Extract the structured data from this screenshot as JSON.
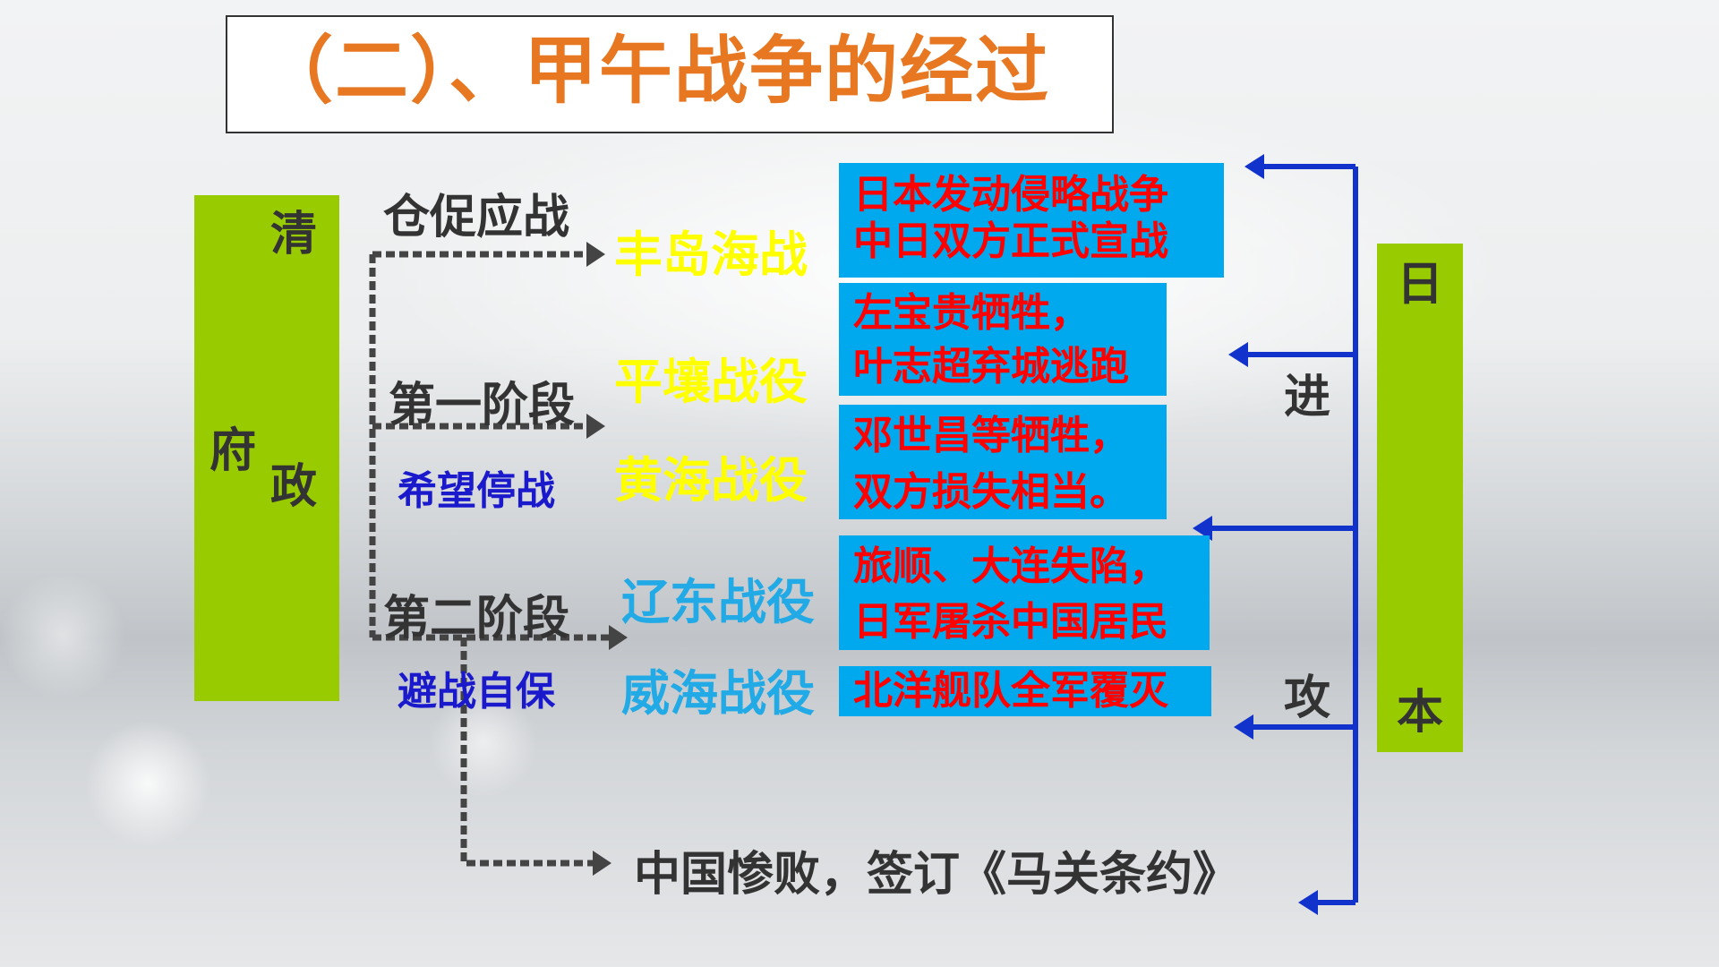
{
  "title": "（二）、甲午战争的经过",
  "qing": {
    "chars": [
      "清",
      "政",
      "府"
    ]
  },
  "japan": {
    "chars": [
      "日",
      "本"
    ]
  },
  "attack": {
    "chars": [
      "进",
      "攻"
    ]
  },
  "stages": {
    "hasty": "仓促应战",
    "first": "第一阶段",
    "first_attitude": "希望停战",
    "second": "第二阶段",
    "second_attitude": "避战自保"
  },
  "battles": [
    "丰岛海战",
    "平壤战役",
    "黄海战役",
    "辽东战役",
    "威海战役"
  ],
  "results": [
    [
      "日本发动侵略战争",
      "中日双方正式宣战"
    ],
    [
      "左宝贵牺牲，",
      "叶志超弃城逃跑"
    ],
    [
      "邓世昌等牺牲，",
      "双方损失相当。"
    ],
    [
      "旅顺、大连失陷，",
      "日军屠杀中国居民"
    ],
    [
      "北洋舰队全军覆灭"
    ]
  ],
  "outcome": "中国惨败，签订《马关条约》",
  "colors": {
    "title": "#e87722",
    "bar": "#99cc00",
    "result_box": "#00a8ee",
    "result_text": "#ff0000",
    "arrow_blue": "#1133cc",
    "dotted": "#444444"
  }
}
